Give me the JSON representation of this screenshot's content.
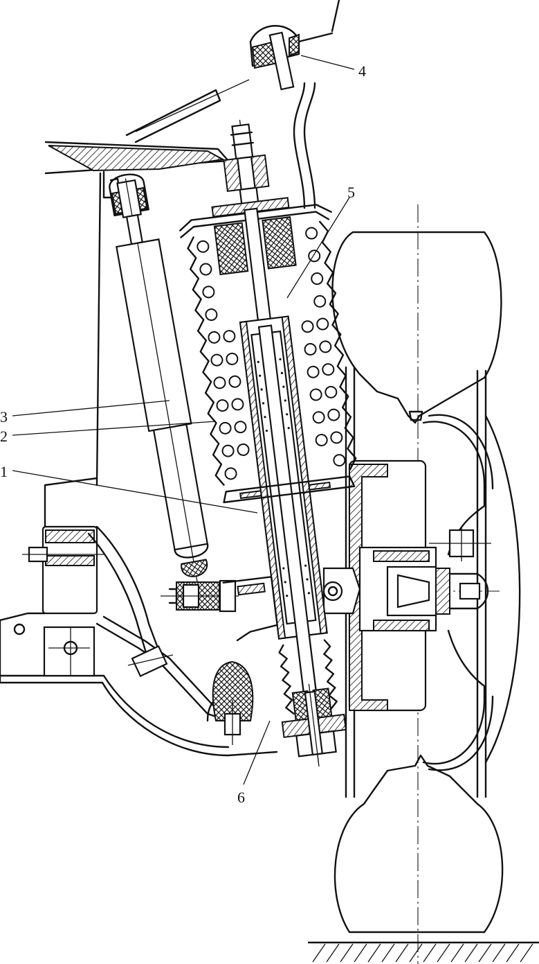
{
  "figure": {
    "callouts": [
      {
        "id": "1",
        "text": "1"
      },
      {
        "id": "2",
        "text": "2"
      },
      {
        "id": "3",
        "text": "3"
      },
      {
        "id": "4",
        "text": "4"
      },
      {
        "id": "5",
        "text": "5"
      },
      {
        "id": "6",
        "text": "6"
      }
    ]
  }
}
